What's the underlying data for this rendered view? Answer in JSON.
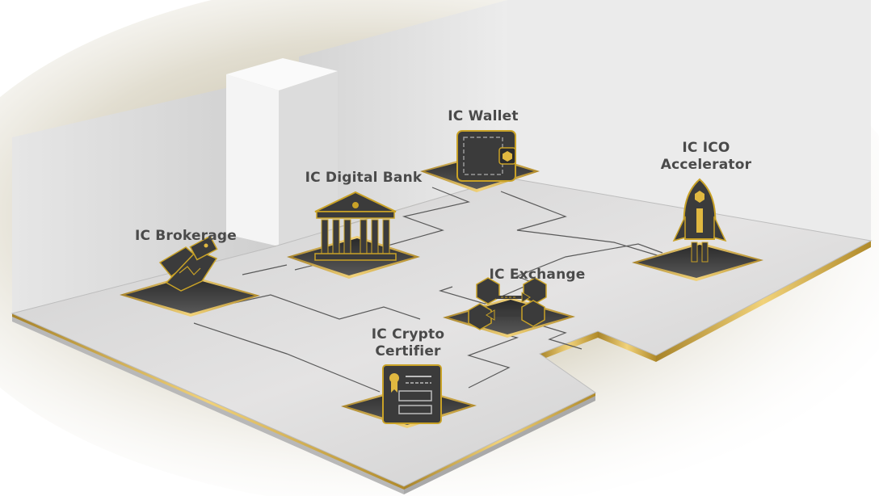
{
  "diagram": {
    "nodes": [
      {
        "id": "wallet",
        "label": "IC Wallet",
        "icon": "wallet-icon"
      },
      {
        "id": "digital-bank",
        "label": "IC Digital Bank",
        "icon": "bank-icon"
      },
      {
        "id": "ico-accelerator",
        "label_lines": [
          "IC ICO",
          "Accelerator"
        ],
        "icon": "rocket-icon"
      },
      {
        "id": "brokerage",
        "label": "IC Brokerage",
        "icon": "handshake-icon"
      },
      {
        "id": "exchange",
        "label": "IC Exchange",
        "icon": "exchange-icon"
      },
      {
        "id": "crypto-certifier",
        "label_lines": [
          "IC Crypto",
          "Certifier"
        ],
        "icon": "certificate-icon"
      }
    ]
  },
  "colors": {
    "floor": "#d9d8d8",
    "wall": "#e9e9e9",
    "gold": "#c9a227",
    "icon_dark": "#3b3b3b",
    "label_text": "#4a4a4a"
  }
}
